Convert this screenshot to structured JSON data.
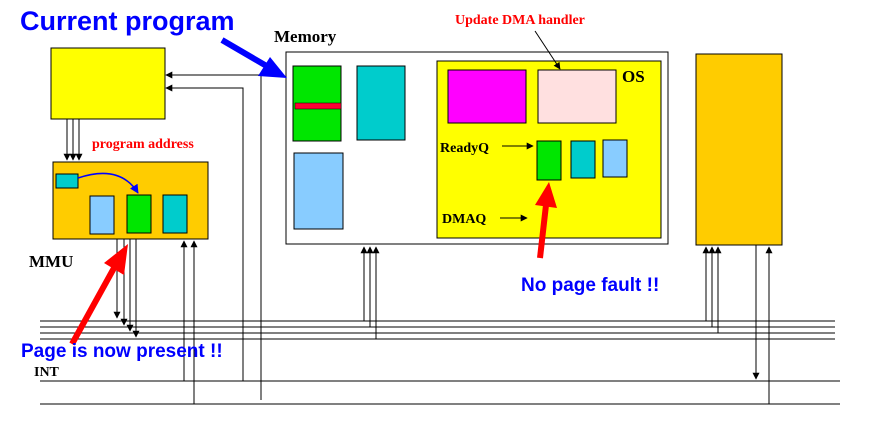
{
  "labels": {
    "current_program": "Current program",
    "memory": "Memory",
    "update_dma_handler": "Update DMA handler",
    "os": "OS",
    "program_address": "program address",
    "ready_q": "ReadyQ",
    "dma_q": "DMAQ",
    "mmu": "MMU",
    "no_page_fault": "No page fault !!",
    "page_is_now_present": "Page is now present !!",
    "int": "INT"
  },
  "colors": {
    "cpu": "#ffff00",
    "mmu": "#ffcc00",
    "os_area": "#ffff00",
    "device": "#ffcc00",
    "green": "#00e600",
    "cyan": "#00cccc",
    "light_blue": "#88ccff",
    "magenta": "#ff00ff",
    "pink": "#ffe0e0",
    "red_arrow": "#ff0000",
    "blue_arrow": "#0000ff"
  }
}
